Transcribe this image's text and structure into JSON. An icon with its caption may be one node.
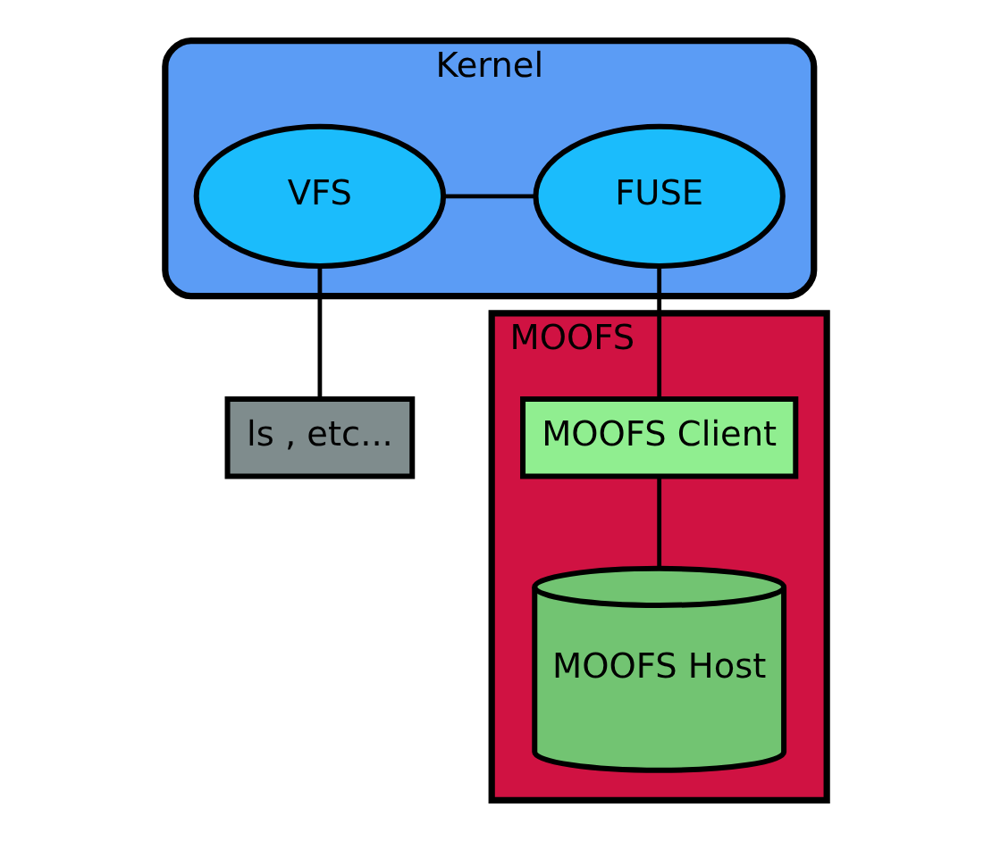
{
  "diagram": {
    "nodes": [
      {
        "text": [
          "Kernel"
        ]
      },
      {
        "text": [
          "VFS"
        ],
        "in": 0
      },
      {
        "text": [
          "FUSE"
        ],
        "in": 0
      },
      {
        "text": [
          "ls , etc..."
        ]
      },
      {
        "text": [
          "MOOFS"
        ]
      },
      {
        "text": [
          "MOOFS Client"
        ],
        "in": 4
      },
      {
        "text": [
          "MOOFS Host"
        ],
        "in": 4
      }
    ],
    "edges": [
      {
        "from": 1,
        "to": 2,
        "arrow": "none"
      },
      {
        "from": 1,
        "to": 3,
        "arrow": "none"
      },
      {
        "from": 2,
        "to": 5,
        "arrow": "none"
      },
      {
        "from": 5,
        "to": 6,
        "arrow": "none"
      }
    ]
  }
}
